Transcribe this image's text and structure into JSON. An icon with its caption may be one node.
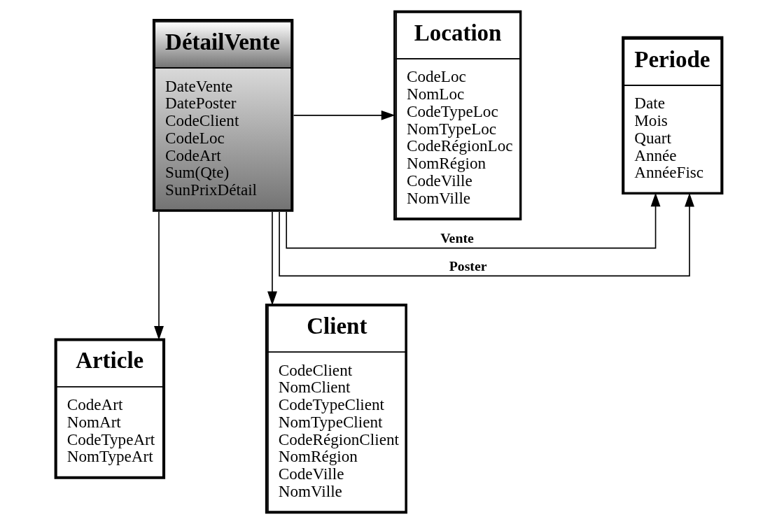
{
  "diagram": {
    "nodes": [
      {
        "text": [
          "Periode",
          "Date",
          "Mois",
          "Quart",
          "Année",
          "AnnéeFisc"
        ]
      },
      {
        "text": [
          "DétailVente",
          "DateVente",
          "DatePoster",
          "CodeClient",
          "CodeLoc",
          "CodeArt",
          "Sum(Qte)",
          "SunPrixDétail"
        ]
      },
      {
        "text": [
          "Location",
          "CodeLoc",
          "NomLoc",
          "CodeTypeLoc",
          "NomTypeLoc",
          "CodeRégionLoc",
          "NomRégion",
          "CodeVille",
          "NomVille"
        ]
      },
      {
        "text": [
          "Article",
          "CodeArt",
          "NomArt",
          "CodeTypeArt",
          "NomTypeArt"
        ]
      },
      {
        "text": [
          "Client",
          "CodeClient",
          "NomClient",
          "CodeTypeClient",
          "NomTypeClient",
          "CodeRégionClient",
          "NomRégion",
          "CodeVille",
          "NomVille"
        ]
      }
    ],
    "edges": [
      {
        "from": 1,
        "to": 0,
        "arrow": "to",
        "label": "Vente"
      },
      {
        "from": 1,
        "to": 0,
        "arrow": "to",
        "label": "Poster"
      },
      {
        "from": 1,
        "to": 2,
        "arrow": "to"
      },
      {
        "from": 1,
        "to": 3,
        "arrow": "to"
      },
      {
        "from": 1,
        "to": 4,
        "arrow": "to"
      }
    ]
  }
}
